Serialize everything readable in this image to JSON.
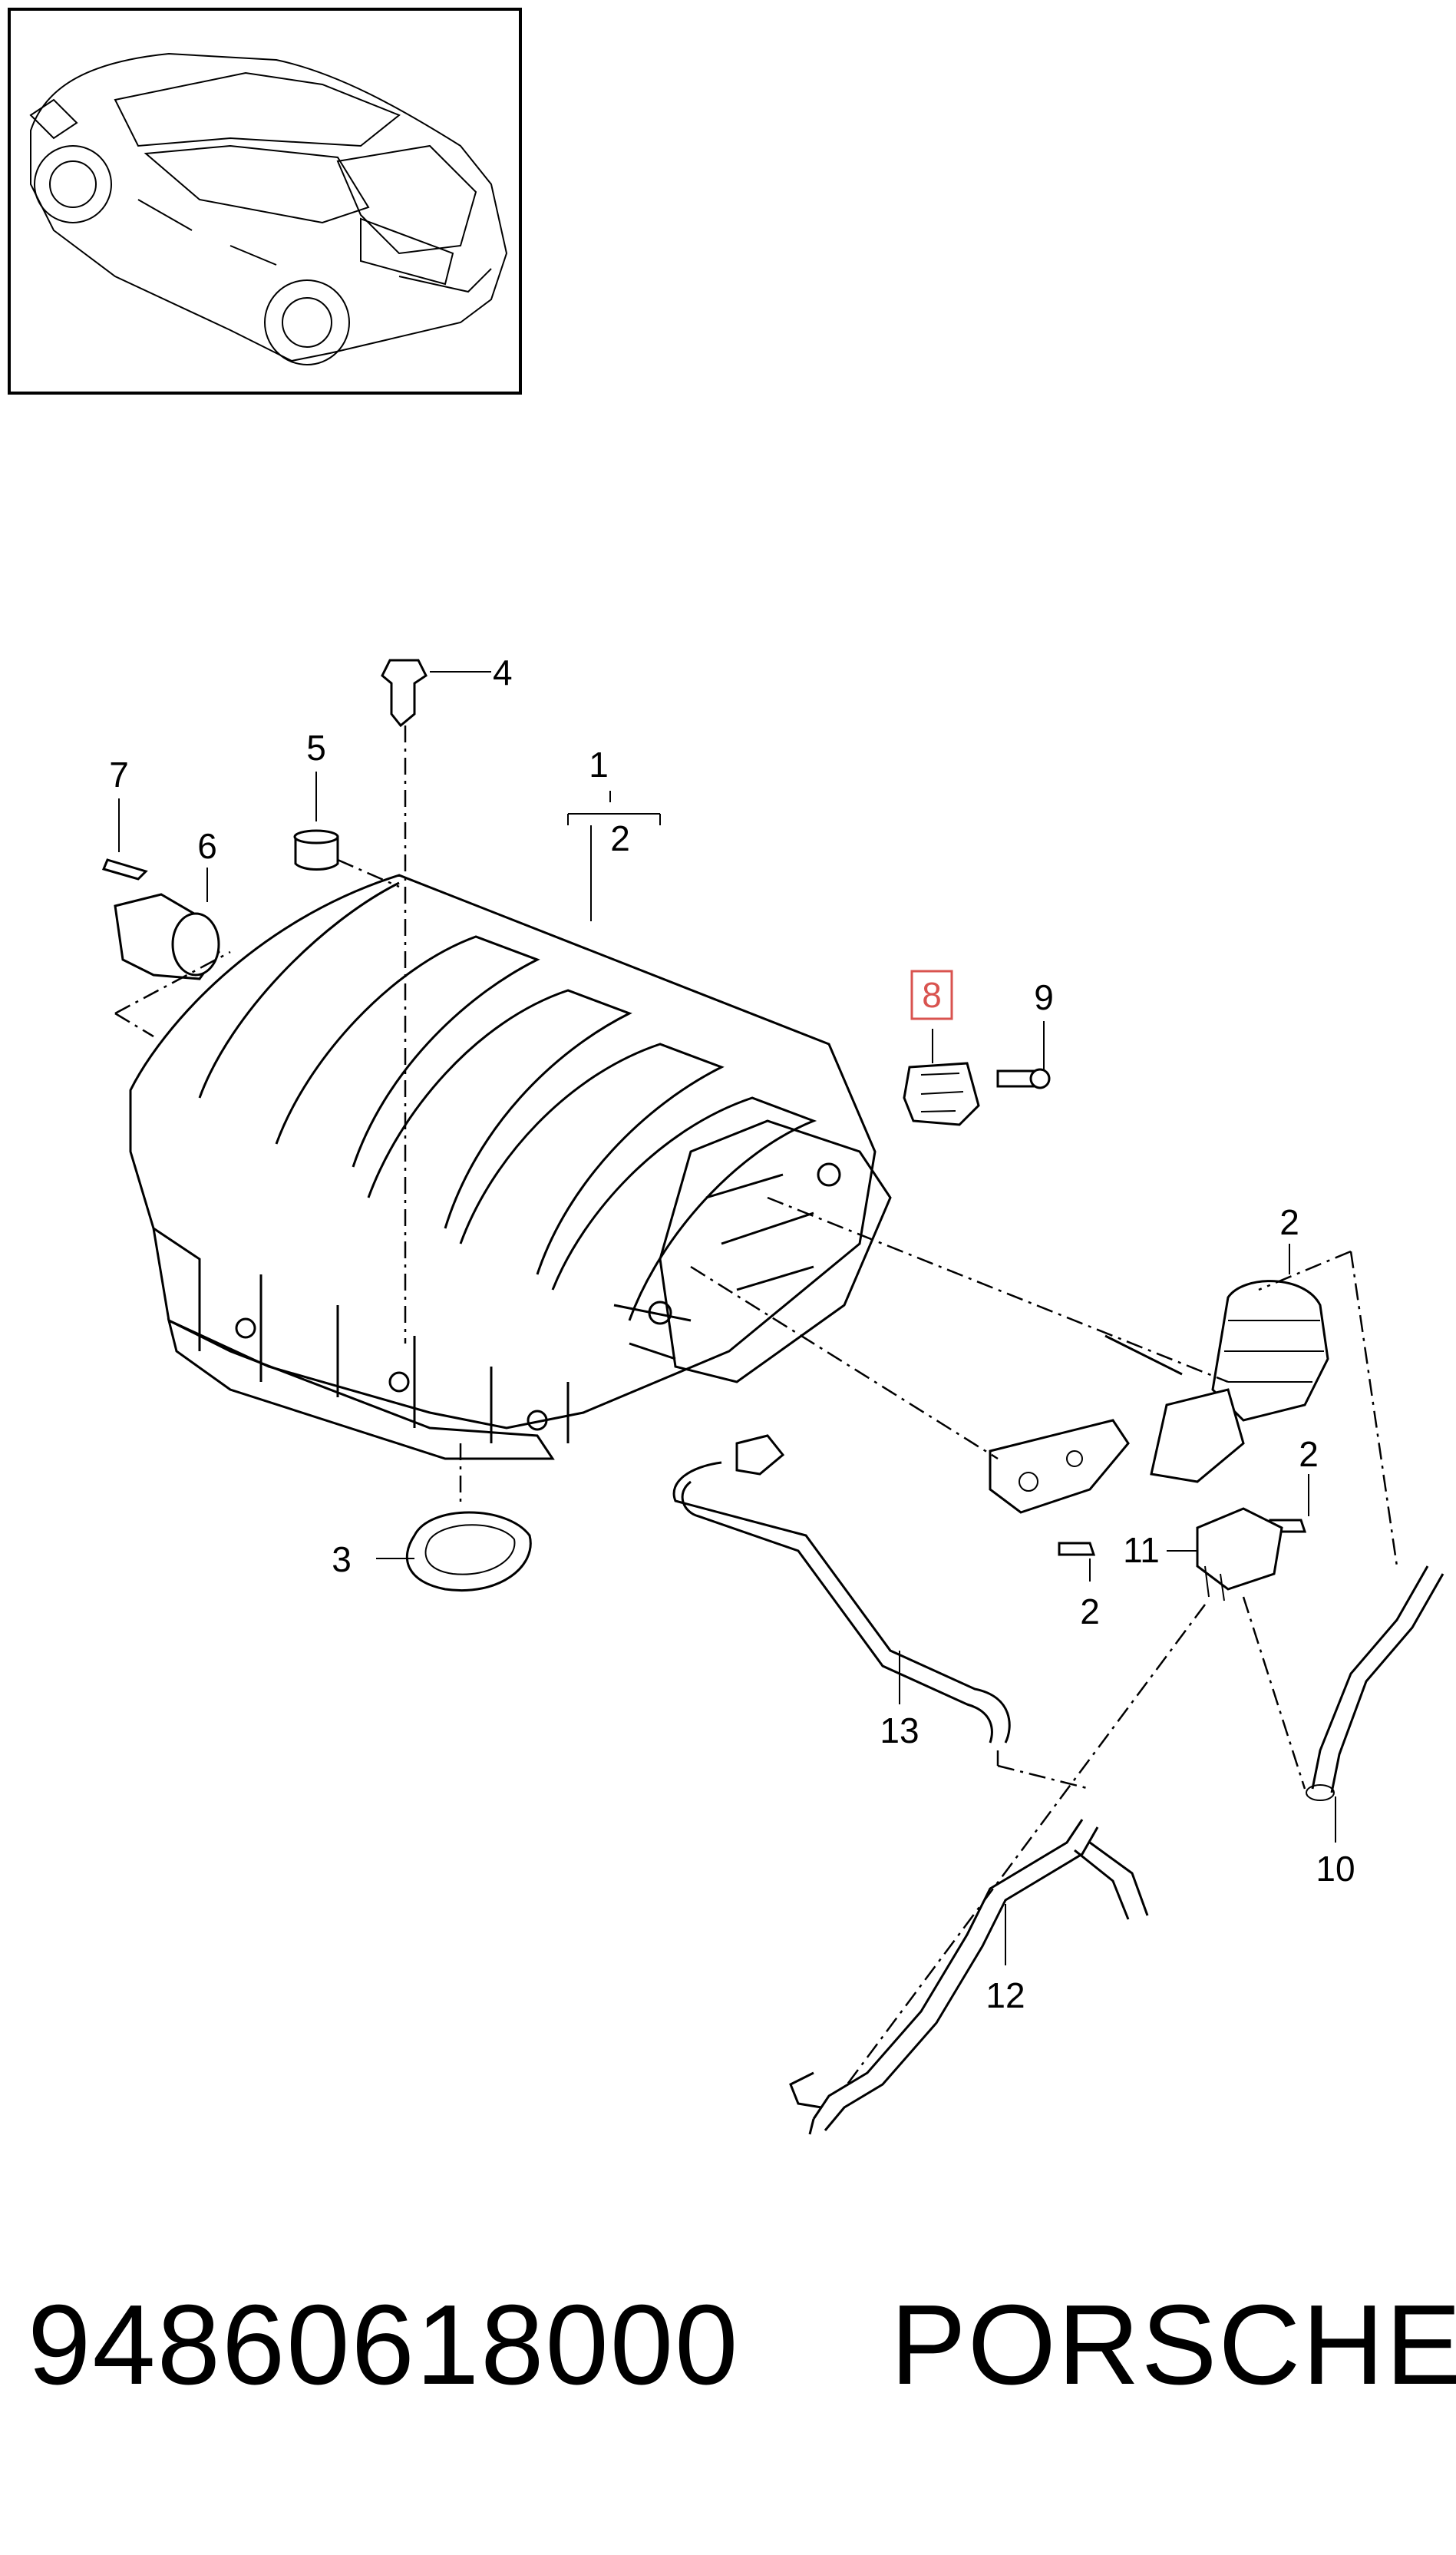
{
  "part_number": "94860618000",
  "brand": "PORSCHE",
  "highlighted_callout": "8",
  "highlight_color": "#d9534f",
  "callouts": [
    "1",
    "2",
    "2",
    "2",
    "2",
    "3",
    "4",
    "5",
    "6",
    "7",
    "8",
    "9",
    "10",
    "11",
    "12",
    "13"
  ],
  "icons": [
    "vehicle-thumbnail",
    "intake-manifold-illustration"
  ]
}
